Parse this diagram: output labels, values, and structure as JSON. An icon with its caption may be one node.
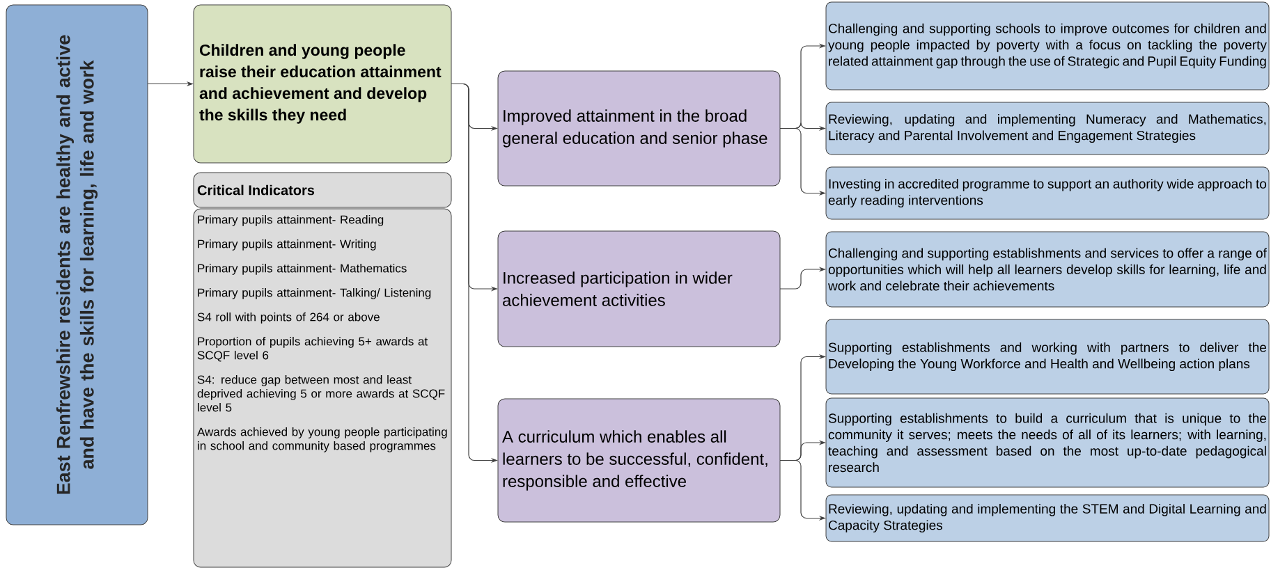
{
  "diagram": {
    "nodes": [
      {
        "text": [
          "East Renfrewshire residents are healthy and active and have the skills for learning, life and work"
        ]
      },
      {
        "text": [
          "Children and young people raise their education attainment and achievement and develop the skills they need"
        ]
      },
      {
        "text": [
          "Critical Indicators"
        ]
      },
      {
        "text": [
          "Primary pupils attainment- Reading",
          "Primary pupils attainment- Writing",
          "Primary pupils attainment- Mathematics",
          "Primary pupils attainment- Talking/ Listening",
          "S4 roll with points of 264 or above",
          "Proportion of pupils achieving 5+ awards at SCQF level 6",
          "S4: reduce gap between most and least deprived achieving 5 or more awards at SCQF level 5",
          "Awards achieved by young people participating in school and community based programmes"
        ]
      },
      {
        "text": [
          "Improved attainment in the broad general education and senior phase"
        ]
      },
      {
        "text": [
          "Increased participation in wider achievement activities"
        ]
      },
      {
        "text": [
          "A curriculum which enables all learners to be successful, confident, responsible and effective"
        ]
      },
      {
        "text": [
          "Challenging and supporting schools to improve outcomes for children and young people impacted by poverty with a focus on tackling the poverty related attainment gap through the use of Strategic and Pupil Equity Funding"
        ]
      },
      {
        "text": [
          "Reviewing, updating and implementing Numeracy and Mathematics, Literacy and Parental Involvement and Engagement Strategies"
        ]
      },
      {
        "text": [
          "Investing in accredited programme to support an authority wide approach to early reading interventions"
        ]
      },
      {
        "text": [
          "Challenging and supporting establishments and services to offer a range of opportunities which will help all learners develop skills for learning, life and work and celebrate their achievements"
        ]
      },
      {
        "text": [
          "Supporting establishments and working with partners to deliver the Developing the Young Workforce and Health and Wellbeing action plans"
        ]
      },
      {
        "text": [
          "Supporting establishments to build a curriculum that is unique to the community it serves; meets the needs of all of its learners; with learning, teaching and assessment based on the most up-to-date pedagogical research"
        ]
      },
      {
        "text": [
          "Reviewing, updating and implementing the STEM and Digital Learning and Capacity Strategies"
        ]
      }
    ],
    "edges": [
      {
        "from": 0,
        "to": 1,
        "arrow": "to"
      },
      {
        "from": 1,
        "to": 4,
        "arrow": "to"
      },
      {
        "from": 1,
        "to": 5,
        "arrow": "to"
      },
      {
        "from": 1,
        "to": 6,
        "arrow": "to"
      },
      {
        "from": 4,
        "to": 7,
        "arrow": "to"
      },
      {
        "from": 4,
        "to": 8,
        "arrow": "to"
      },
      {
        "from": 4,
        "to": 9,
        "arrow": "to"
      },
      {
        "from": 5,
        "to": 10,
        "arrow": "to"
      },
      {
        "from": 6,
        "to": 11,
        "arrow": "to"
      },
      {
        "from": 6,
        "to": 12,
        "arrow": "to"
      },
      {
        "from": 6,
        "to": 13,
        "arrow": "to"
      }
    ]
  }
}
